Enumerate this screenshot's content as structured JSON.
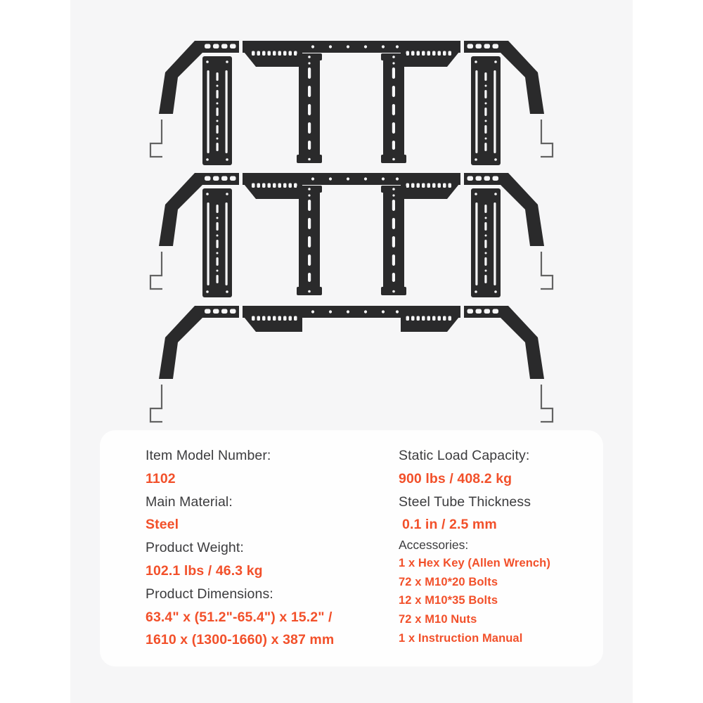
{
  "accent_color": "#F2502A",
  "label_color": "#3C3C3E",
  "part_color": "#2A2A2B",
  "background_band_color": "#F6F6F7",
  "panel_background": "#FEFEFE",
  "illustration": {
    "description": "Disassembled black steel truck bed rack components laid out in three rows",
    "parts": [
      "crossbar-rail",
      "angled-side-bracket",
      "slotted-mounting-plate",
      "wire-mounting-hook"
    ],
    "rows": [
      "crossbar with two side brackets and four slotted plates",
      "crossbar with two side brackets and four slotted plates",
      "crossbar with two side brackets only"
    ]
  },
  "specs": {
    "left": {
      "model_label": "Item Model Number:",
      "model_value": "1102",
      "material_label": "Main Material:",
      "material_value": "Steel",
      "weight_label": "Product Weight:",
      "weight_value": "102.1 lbs / 46.3 kg",
      "dimensions_label": "Product Dimensions:",
      "dimensions_value_inch": "63.4\" x (51.2\"-65.4\") x 15.2\" /",
      "dimensions_value_mm": "1610 x (1300-1660) x 387 mm"
    },
    "right": {
      "load_label": "Static Load Capacity:",
      "load_value": "900 lbs / 408.2 kg",
      "thickness_label": "Steel Tube Thickness",
      "thickness_value": "0.1 in / 2.5 mm",
      "accessories_label": "Accessories:",
      "accessories": [
        "1 x Hex Key (Allen Wrench)",
        "72 x M10*20 Bolts",
        "12 x M10*35 Bolts",
        "72 x M10 Nuts",
        "1 x Instruction Manual"
      ]
    }
  }
}
